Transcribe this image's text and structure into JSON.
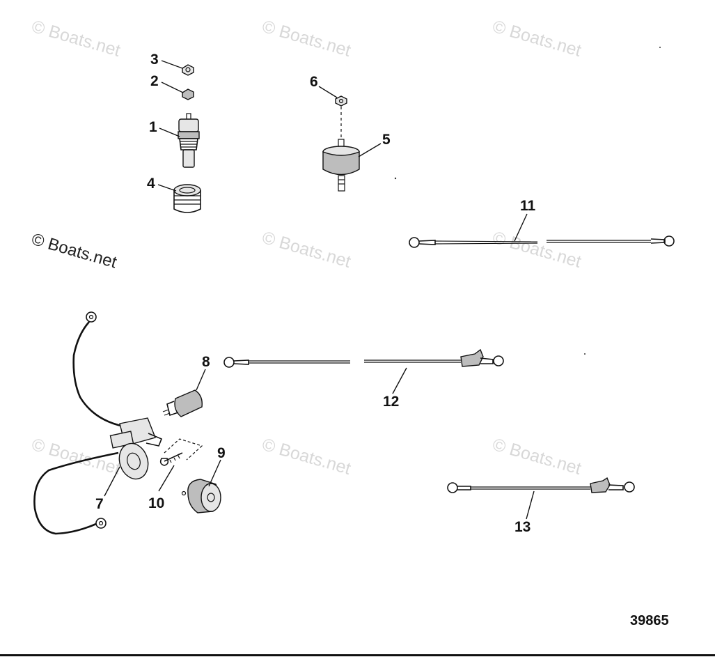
{
  "watermark": {
    "text": "© Boats.net"
  },
  "callouts": [
    "1",
    "2",
    "3",
    "4",
    "5",
    "6",
    "7",
    "8",
    "9",
    "10",
    "11",
    "12",
    "13"
  ],
  "figure_number": "39865"
}
